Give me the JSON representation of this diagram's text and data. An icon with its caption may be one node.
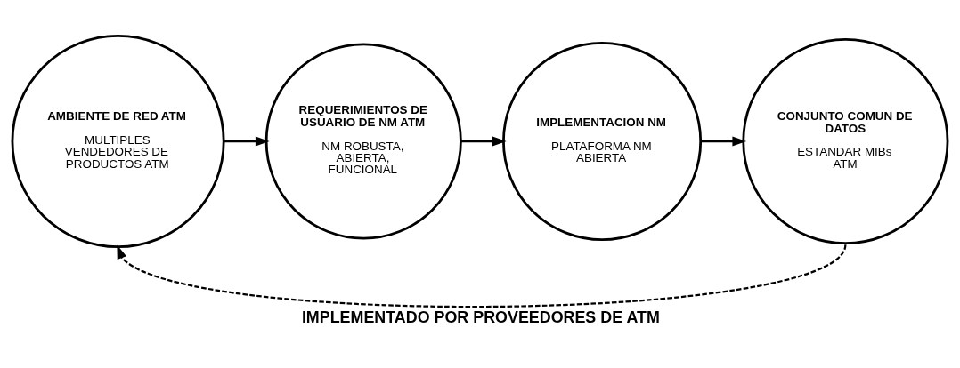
{
  "diagram": {
    "caption": "IMPLEMENTADO POR PROVEEDORES DE ATM",
    "nodes": [
      {
        "text": [
          "AMBIENTE DE RED ATM",
          "MULTIPLES VENDEDORES DE PRODUCTOS ATM"
        ]
      },
      {
        "text": [
          "REQUERIMIENTOS DE USUARIO DE NM ATM",
          "NM ROBUSTA, ABIERTA, FUNCIONAL"
        ]
      },
      {
        "text": [
          "IMPLEMENTACION NM",
          "PLATAFORMA NM ABIERTA"
        ]
      },
      {
        "text": [
          "CONJUNTO COMUN DE DATOS",
          "ESTANDAR MIBs ATM"
        ]
      }
    ],
    "edges": [
      {
        "from": 0,
        "to": 1,
        "arrow": "to"
      },
      {
        "from": 1,
        "to": 2,
        "arrow": "to"
      },
      {
        "from": 2,
        "to": 3,
        "arrow": "to"
      },
      {
        "from": 3,
        "to": 0,
        "arrow": "to",
        "style": "dashed"
      }
    ]
  }
}
